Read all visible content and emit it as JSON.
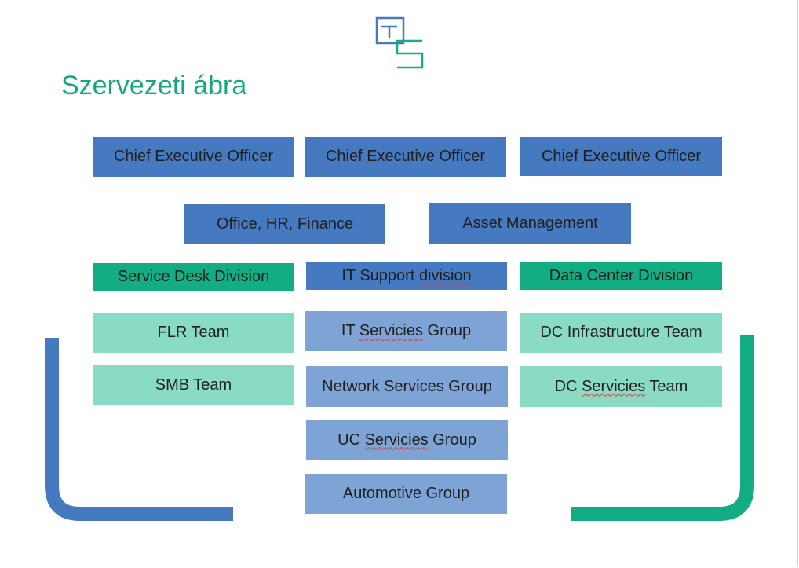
{
  "title": "Szervezeti ábra",
  "logo": {
    "icon": "ts-logo-icon",
    "colors": [
      "#4579c0",
      "#12ad82"
    ]
  },
  "colors": {
    "title": "#13a87f",
    "blue_dark": "#4579c0",
    "blue_light": "#7ea4d6",
    "green_dark": "#12ad82",
    "green_light": "#8adbc4"
  },
  "executives": [
    {
      "label": "Chief Executive Officer"
    },
    {
      "label": "Chief Executive Officer"
    },
    {
      "label": "Chief Executive Officer"
    }
  ],
  "support_units": [
    {
      "label": "Office, HR, Finance"
    },
    {
      "label": "Asset Management"
    }
  ],
  "divisions": {
    "service_desk": {
      "label": "Service Desk Division",
      "teams": [
        {
          "label": "FLR Team"
        },
        {
          "label": "SMB Team"
        }
      ]
    },
    "it_support": {
      "label_pre": "IT Support ",
      "label_flag": "division",
      "groups": [
        {
          "pre": "IT ",
          "flag": "Servicies",
          "post": " Group"
        },
        {
          "pre": "Network Services Group",
          "flag": "",
          "post": ""
        },
        {
          "pre": "UC ",
          "flag": "Servicies",
          "post": " Group"
        },
        {
          "pre": "Automotive Group",
          "flag": "",
          "post": ""
        }
      ]
    },
    "data_center": {
      "label": "Data Center Division",
      "teams": [
        {
          "pre": "DC Infrastructure Team",
          "flag": "",
          "post": ""
        },
        {
          "pre": "DC ",
          "flag": "Servicies",
          "post": " Team"
        }
      ]
    }
  }
}
